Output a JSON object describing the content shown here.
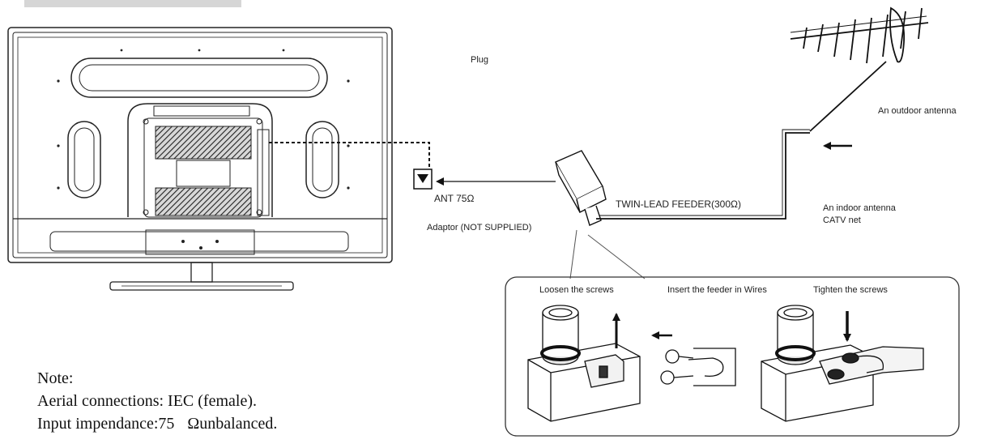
{
  "labels": {
    "plug": "Plug",
    "ant": "ANT 75Ω",
    "adaptor": "Adaptor  (NOT SUPPLIED)",
    "twin_lead": "TWIN-LEAD FEEDER(300Ω)",
    "outdoor_antenna": "An outdoor antenna",
    "indoor_antenna": "An indoor antenna",
    "catv": "CATV net",
    "loosen": "Loosen the screws",
    "insert": "Insert the feeder in Wires",
    "tighten": "Tighten the screws"
  },
  "note": {
    "title": "Note:",
    "line1": "Aerial connections: IEC (female).",
    "line2_prefix": "Input impendance:75",
    "line2_symbol": "Ω",
    "line2_suffix": "unbalanced."
  },
  "icons": [
    "tv-back-panel",
    "antenna-socket-icon",
    "adaptor-plug-icon",
    "outdoor-antenna-icon",
    "arrow-icon"
  ]
}
